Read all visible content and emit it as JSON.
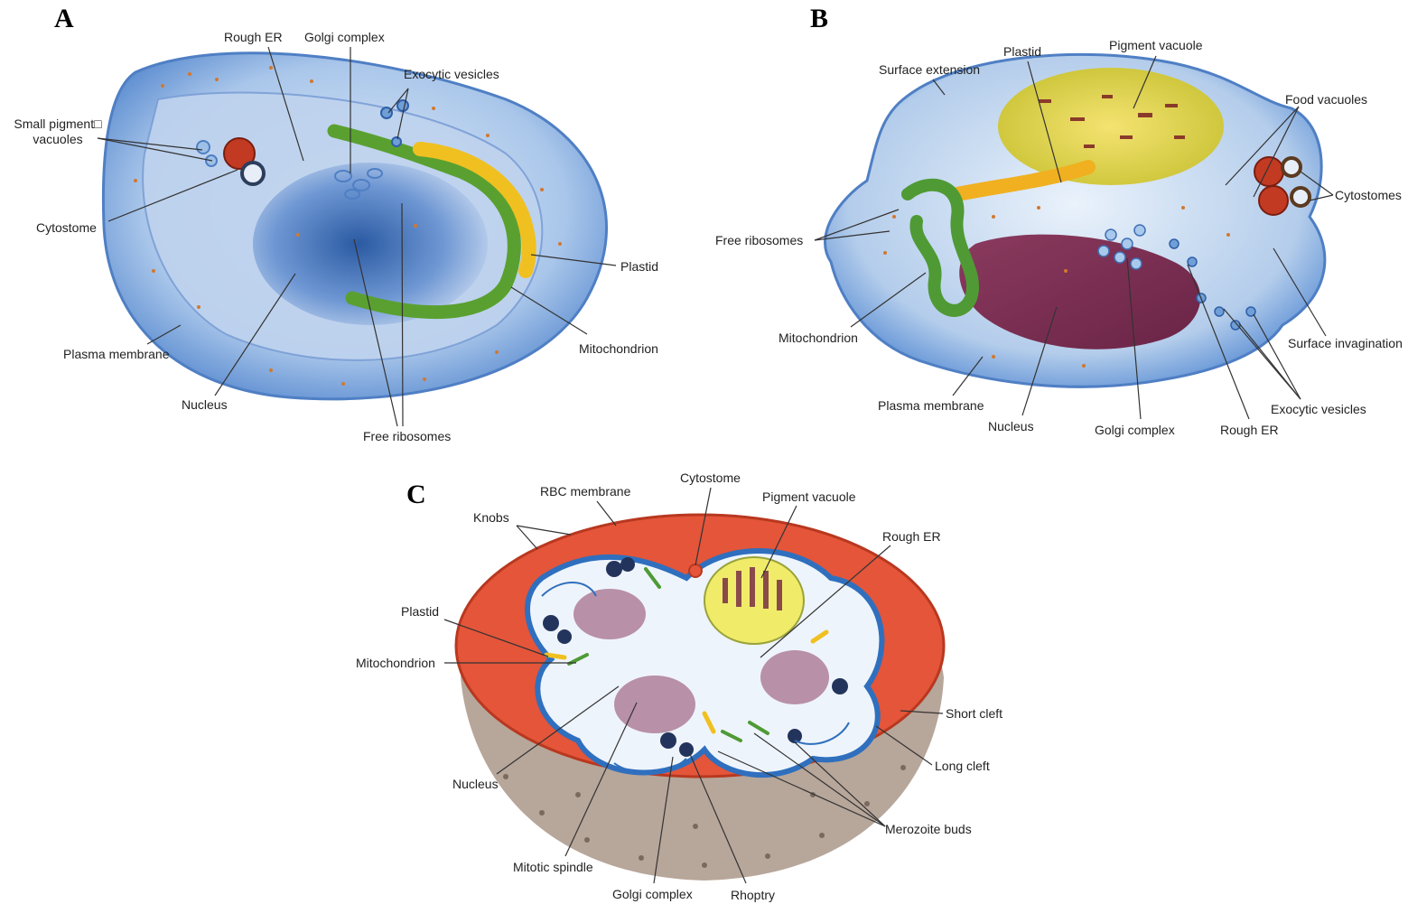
{
  "panels": [
    {
      "letter": "A",
      "labels": {
        "rough_er": "Rough ER",
        "golgi": "Golgi complex",
        "exocytic": "Exocytic vesicles",
        "small_pigment_1": "Small pigment□",
        "small_pigment_2": "vacuoles",
        "cytostome": "Cytostome",
        "plastid": "Plastid",
        "mitochondrion": "Mitochondrion",
        "plasma_membrane": "Plasma membrane",
        "nucleus": "Nucleus",
        "free_ribosomes": "Free ribosomes"
      }
    },
    {
      "letter": "B",
      "labels": {
        "plastid": "Plastid",
        "pigment_vacuole": "Pigment vacuole",
        "surface_extension": "Surface extension",
        "food_vacuoles": "Food vacuoles",
        "cytostomes": "Cytostomes",
        "free_ribosomes": "Free ribosomes",
        "mitochondrion": "Mitochondrion",
        "surface_invagination": "Surface invagination",
        "exocytic": "Exocytic vesicles",
        "plasma_membrane": "Plasma membrane",
        "nucleus": "Nucleus",
        "golgi": "Golgi complex",
        "rough_er": "Rough ER"
      }
    },
    {
      "letter": "C",
      "labels": {
        "rbc_membrane": "RBC membrane",
        "cytostome": "Cytostome",
        "pigment_vacuole": "Pigment vacuole",
        "knobs": "Knobs",
        "rough_er": "Rough ER",
        "plastid": "Plastid",
        "mitochondrion": "Mitochondrion",
        "short_cleft": "Short cleft",
        "long_cleft": "Long cleft",
        "nucleus": "Nucleus",
        "merozoite_buds": "Merozoite buds",
        "mitotic_spindle": "Mitotic spindle",
        "golgi": "Golgi complex",
        "rhoptry": "Rhoptry"
      }
    }
  ],
  "colors": {
    "cell_blue": "#6f9fd6",
    "cell_light": "#c9ddf2",
    "nucleus_blue": "#2f5fa8",
    "plastid_yellow": "#f0c020",
    "mito_green": "#5aa030",
    "rbc_red": "#e4553a",
    "nucleus_purple": "#7a3050",
    "ribosome_orange": "#d2782e"
  }
}
